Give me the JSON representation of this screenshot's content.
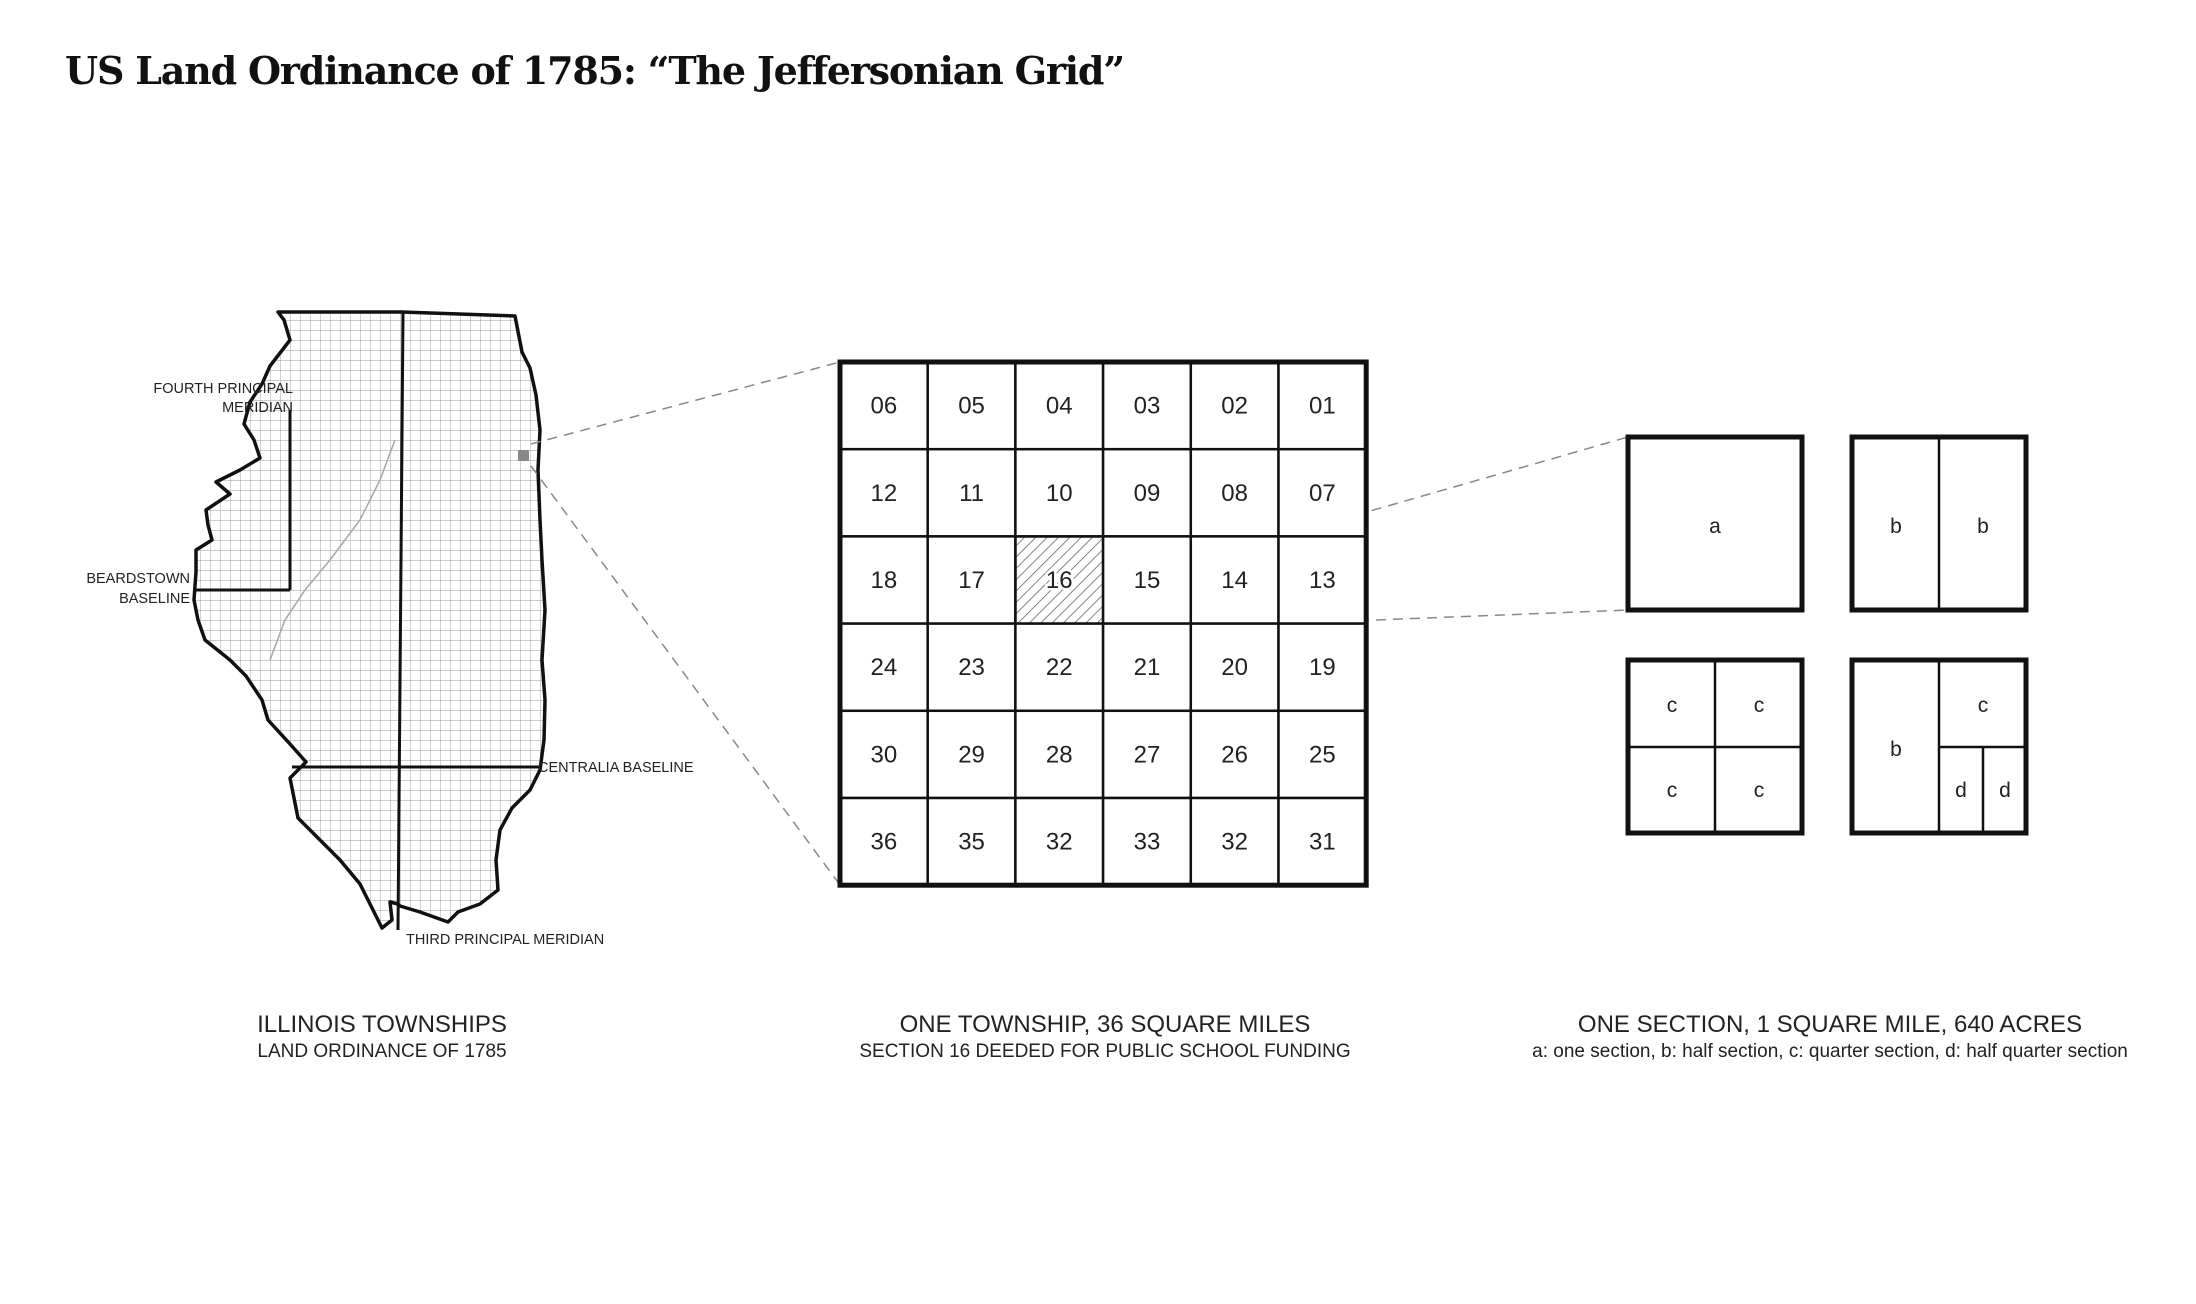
{
  "title": "US Land Ordinance of 1785: “The Jeffersonian Grid”",
  "map": {
    "labels": {
      "fourth_meridian_1": "FOURTH PRINCIPAL",
      "fourth_meridian_2": "MERIDIAN",
      "beardstown_1": "BEARDSTOWN",
      "beardstown_2": "BASELINE",
      "centralia": "CENTRALIA BASELINE",
      "third_meridian": "THIRD PRINCIPAL MERIDIAN"
    },
    "caption_main": "ILLINOIS TOWNSHIPS",
    "caption_sub": "LAND ORDINANCE OF 1785"
  },
  "township": {
    "rows": [
      [
        "06",
        "05",
        "04",
        "03",
        "02",
        "01"
      ],
      [
        "12",
        "11",
        "10",
        "09",
        "08",
        "07"
      ],
      [
        "18",
        "17",
        "16",
        "15",
        "14",
        "13"
      ],
      [
        "24",
        "23",
        "22",
        "21",
        "20",
        "19"
      ],
      [
        "30",
        "29",
        "28",
        "27",
        "26",
        "25"
      ],
      [
        "36",
        "35",
        "32",
        "33",
        "32",
        "31"
      ]
    ],
    "highlighted": "16",
    "caption_main": "ONE TOWNSHIP, 36 SQUARE MILES",
    "caption_sub": "SECTION 16 DEEDED FOR PUBLIC SCHOOL FUNDING"
  },
  "section": {
    "labels": {
      "a": "a",
      "b": "b",
      "c": "c",
      "d": "d"
    },
    "caption_main": "ONE SECTION, 1 SQUARE MILE, 640 ACRES",
    "caption_sub": "a: one section, b: half section, c: quarter section, d: half quarter section"
  }
}
